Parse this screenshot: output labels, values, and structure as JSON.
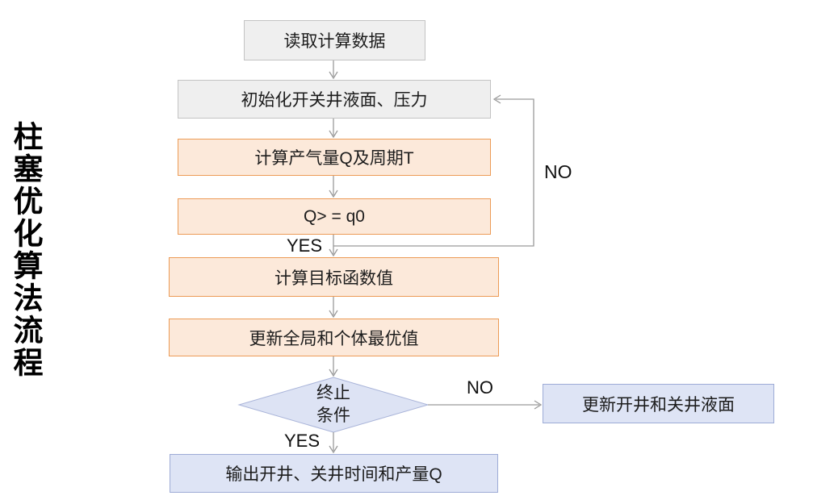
{
  "title": {
    "text": "柱塞优化算法流程"
  },
  "nodes": {
    "read_data": {
      "label": "读取计算数据"
    },
    "init": {
      "label": "初始化开关井液面、压力"
    },
    "calc_q": {
      "label": "计算产气量Q及周期T"
    },
    "q_check": {
      "label": "Q> = q0"
    },
    "objective": {
      "label": "计算目标函数值"
    },
    "update_best": {
      "label": "更新全局和个体最优值"
    },
    "terminate": {
      "label": "终止\n条件"
    },
    "update_level": {
      "label": "更新开井和关井液面"
    },
    "output": {
      "label": "输出开井、关井时间和产量Q"
    }
  },
  "edge_labels": {
    "q_check_yes": "YES",
    "q_check_no": "NO",
    "terminate_no": "NO",
    "terminate_yes": "YES"
  },
  "colors": {
    "gray_fill": "#efefef",
    "gray_border": "#c3c3c3",
    "orange_fill": "#fce9da",
    "orange_border": "#ec9b56",
    "blue_fill": "#dee4f5",
    "blue_border": "#9dabd6",
    "connector": "#9a9a9a"
  }
}
